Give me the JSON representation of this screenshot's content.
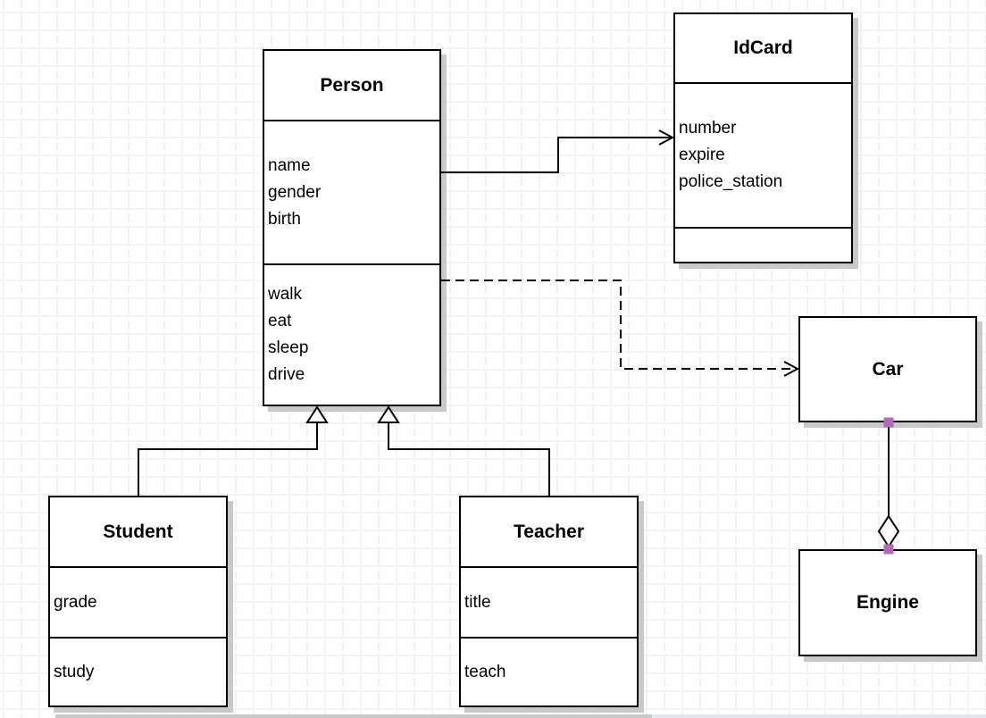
{
  "diagram": {
    "classes": {
      "person": {
        "title": "Person",
        "attributes": [
          "name",
          "gender",
          "birth"
        ],
        "methods": [
          "walk",
          "eat",
          "sleep",
          "drive"
        ]
      },
      "idcard": {
        "title": "IdCard",
        "attributes": [
          "number",
          "expire",
          "police_station"
        ],
        "methods": []
      },
      "car": {
        "title": "Car",
        "attributes": [],
        "methods": []
      },
      "engine": {
        "title": "Engine",
        "attributes": [],
        "methods": []
      },
      "student": {
        "title": "Student",
        "attributes": [
          "grade"
        ],
        "methods": [
          "study"
        ]
      },
      "teacher": {
        "title": "Teacher",
        "attributes": [
          "title"
        ],
        "methods": [
          "teach"
        ]
      }
    },
    "relationships": [
      {
        "from": "Person",
        "to": "IdCard",
        "type": "association",
        "line": "solid",
        "arrow": "open"
      },
      {
        "from": "Person",
        "to": "Car",
        "type": "dependency",
        "line": "dashed",
        "arrow": "open"
      },
      {
        "from": "Student",
        "to": "Person",
        "type": "generalization",
        "line": "solid",
        "arrow": "hollow-triangle"
      },
      {
        "from": "Teacher",
        "to": "Person",
        "type": "generalization",
        "line": "solid",
        "arrow": "hollow-triangle"
      },
      {
        "from": "Car",
        "to": "Engine",
        "type": "aggregation",
        "line": "solid",
        "arrow": "hollow-diamond"
      }
    ],
    "colors": {
      "stroke": "#000000",
      "shape_fill": "#ffffff",
      "shadow": "#c9c9c9",
      "grid": "#f3f3f3",
      "endpoint_handle": "#b768bb"
    }
  }
}
